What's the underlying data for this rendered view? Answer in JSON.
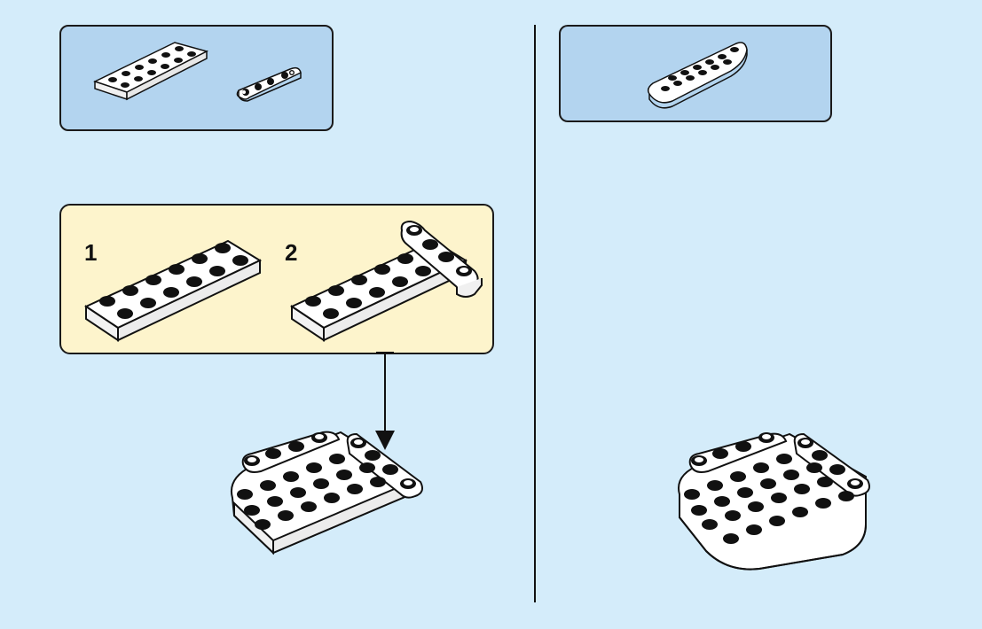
{
  "step_left": {
    "parts": [
      "plate-2x6-white",
      "plate-1x4-rounded-white"
    ],
    "sub_build": {
      "step1_number": "1",
      "step2_number": "2"
    }
  },
  "step_right": {
    "parts": [
      "plate-2x6-rounded-wedge-white"
    ]
  },
  "colors": {
    "background": "#d4ecfa",
    "parts_box": "#b3d4ef",
    "sub_box": "#fdf4cc",
    "brick": "#ffffff",
    "stud_top": "#1a1a1a",
    "outline": "#1a1a1a"
  }
}
